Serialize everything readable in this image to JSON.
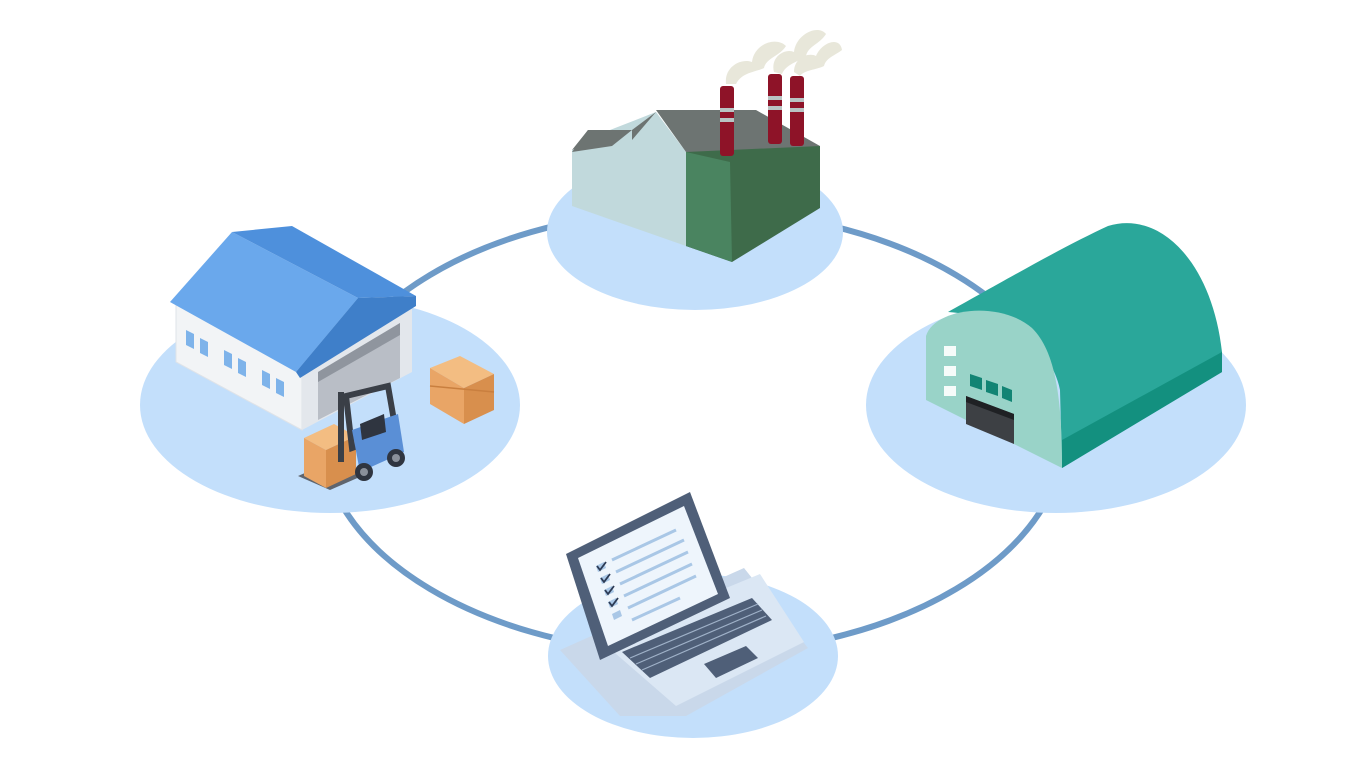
{
  "colors": {
    "ring": "#6e9bc8",
    "platform": "#c3dffb",
    "warehouse_roof": "#6aa8ec",
    "warehouse_wall": "#f2f4f6",
    "window": "#7eb3ea",
    "box": "#e9a566",
    "forklift": "#5a8fd6",
    "factory_front": "#c1d9dc",
    "factory_side": "#3e6b4a",
    "factory_roof": "#6d7472",
    "chimney": "#8e1328",
    "smoke": "#e8e7da",
    "hangar_body": "#2aa79a",
    "hangar_front": "#99d3c8",
    "laptop_frame": "#4f5f78",
    "laptop_screen": "#eef5fc",
    "laptop_base": "#dbe7f4"
  },
  "nodes": [
    {
      "id": "warehouse",
      "icon": "warehouse-icon"
    },
    {
      "id": "factory",
      "icon": "factory-icon"
    },
    {
      "id": "hangar",
      "icon": "hangar-icon"
    },
    {
      "id": "laptop",
      "icon": "laptop-icon"
    }
  ]
}
